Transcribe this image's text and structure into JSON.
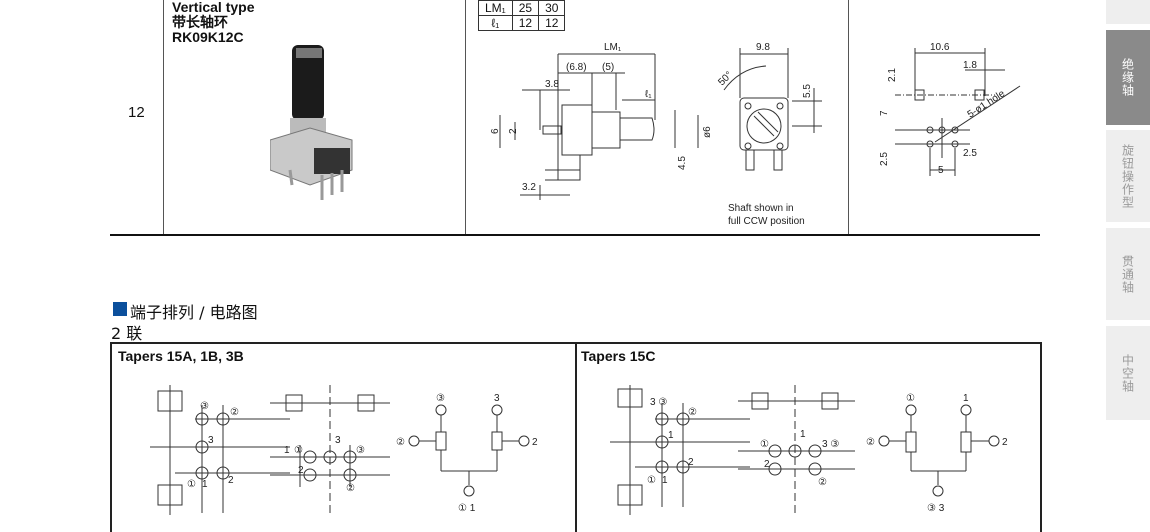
{
  "product_row": {
    "number": "12",
    "title_en": "Vertical type",
    "title_cn": "带长轴环",
    "model": "RK09K12C",
    "lm_table": [
      [
        "LM₁",
        "25",
        "30"
      ],
      [
        "ℓ₁",
        "12",
        "12"
      ]
    ],
    "dims_side": {
      "lm1": "LM₁",
      "d68": "(6.8)",
      "d5": "(5)",
      "d38": "3.8",
      "l1": "ℓ₁",
      "d6": "6",
      "d2": "2",
      "phi6": "ø6",
      "d45": "4.5",
      "d32": "3.2"
    },
    "dims_front": {
      "d98": "9.8",
      "angle": "50°",
      "d55": "5.5",
      "note1": "Shaft shown in",
      "note2": "full CCW position"
    },
    "dims_pcb": {
      "d106": "10.6",
      "d18": "1.8",
      "d21": "2.1",
      "d7": "7",
      "hole": "5-ø1 hole",
      "d25a": "2.5",
      "d25b": "2.5",
      "d5": "5"
    }
  },
  "section": {
    "heading": "端子排列 / 电路图",
    "sub": "2 联"
  },
  "panels": [
    {
      "title": "Tapers 15A, 1B, 3B",
      "labels": {
        "c3": "③",
        "c2": "②",
        "n3": "3",
        "c1": "①",
        "n1": "1",
        "n2": "2",
        "m1": "1",
        "mc1": "①",
        "m3": "3",
        "mc3": "③",
        "m2": "2",
        "mc2": "②",
        "s_c3": "③",
        "s_3": "3",
        "s_c2": "②",
        "s_2": "2",
        "s_bot": "①  1"
      }
    },
    {
      "title": "Tapers 15C",
      "labels": {
        "c3": "3 ③",
        "c2": "②",
        "n3": "1",
        "c1": "①",
        "n1": "1",
        "n2": "2",
        "m1": "①",
        "mc1": "",
        "m3": "1",
        "mc3": "3 ③",
        "m2": "2",
        "mc2": "②",
        "s_c3": "①",
        "s_3": "1",
        "s_c2": "②",
        "s_2": "2",
        "s_bot": "③  3"
      }
    }
  ],
  "sidebar": {
    "tabs": [
      {
        "label": ""
      },
      {
        "label": "绝缘轴",
        "active": true
      },
      {
        "label": "旋钮操作型"
      },
      {
        "label": "贯通轴"
      },
      {
        "label": "中空轴"
      }
    ]
  },
  "colors": {
    "accent": "#0b4f9c",
    "active_tab": "#8a8a8a",
    "tab": "#eeeeee"
  }
}
